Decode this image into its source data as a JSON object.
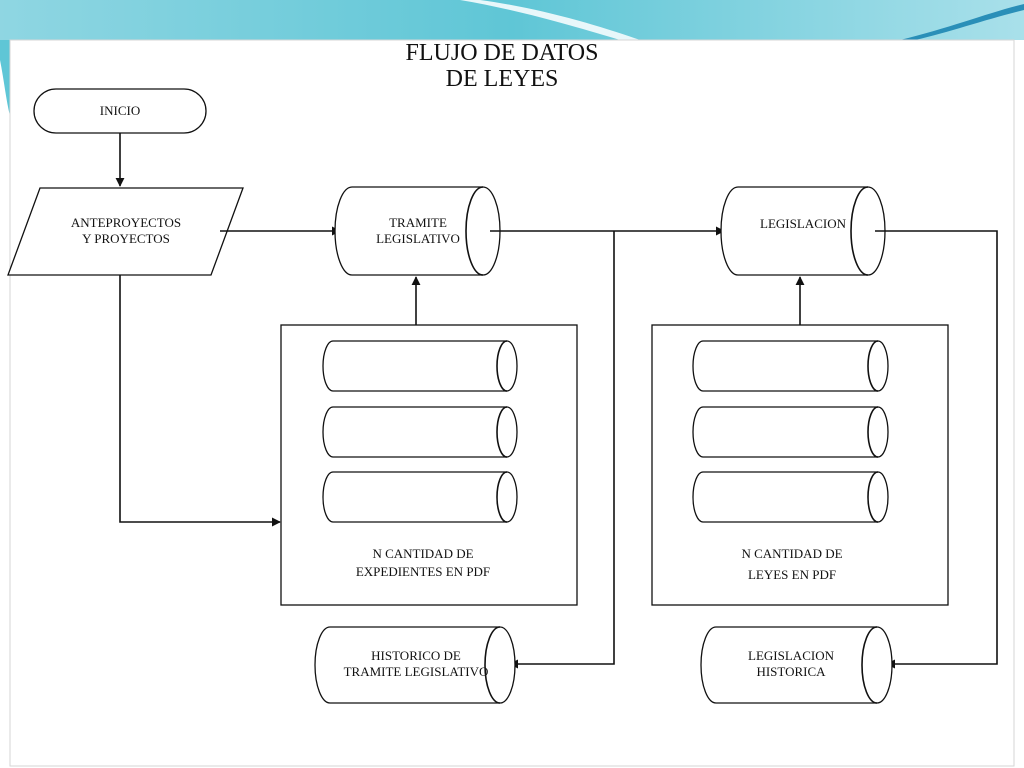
{
  "title": {
    "line1": "FLUJO DE DATOS",
    "line2": "DE LEYES"
  },
  "nodes": {
    "inicio": "INICIO",
    "anteproyectos": {
      "line1": "ANTEPROYECTOS",
      "line2": "Y PROYECTOS"
    },
    "tramite": {
      "line1": "TRAMITE",
      "line2": "LEGISLATIVO"
    },
    "legislacion": "LEGISLACION",
    "expedientes": {
      "line1": "N  CANTIDAD DE",
      "line2": "EXPEDIENTES EN PDF"
    },
    "leyes": {
      "line1": "N  CANTIDAD DE",
      "line2": "LEYES EN PDF"
    },
    "historico_tramite": {
      "line1": "HISTORICO DE",
      "line2": "TRAMITE LEGISLATIVO"
    },
    "legislacion_historica": {
      "line1": "LEGISLACION",
      "line2": "HISTORICA"
    }
  },
  "colors": {
    "header_teal": "#5fc6d6",
    "header_light": "#bfe8ef",
    "line": "#111111"
  }
}
